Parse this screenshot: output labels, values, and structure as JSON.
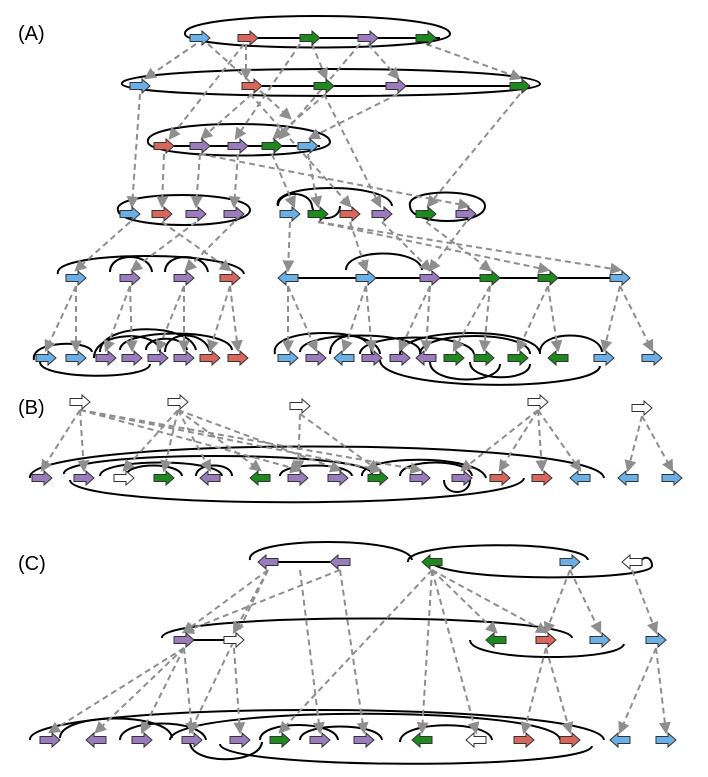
{
  "panels": [
    {
      "id": "A",
      "label": "(A)"
    },
    {
      "id": "B",
      "label": "(B)"
    },
    {
      "id": "C",
      "label": "(C)"
    }
  ],
  "colors": {
    "blue": "#6ab0e6",
    "red": "#d9665b",
    "green": "#1e8a1e",
    "purple": "#9a7bbd",
    "white": "#ffffff",
    "link": "#8e8e8e",
    "stroke": "#000000"
  },
  "gene_legend": {
    "blue-arrow": "blue",
    "red-arrow": "red",
    "green-arrow": "green",
    "purple-arrow": "purple",
    "white-arrow": "white"
  }
}
